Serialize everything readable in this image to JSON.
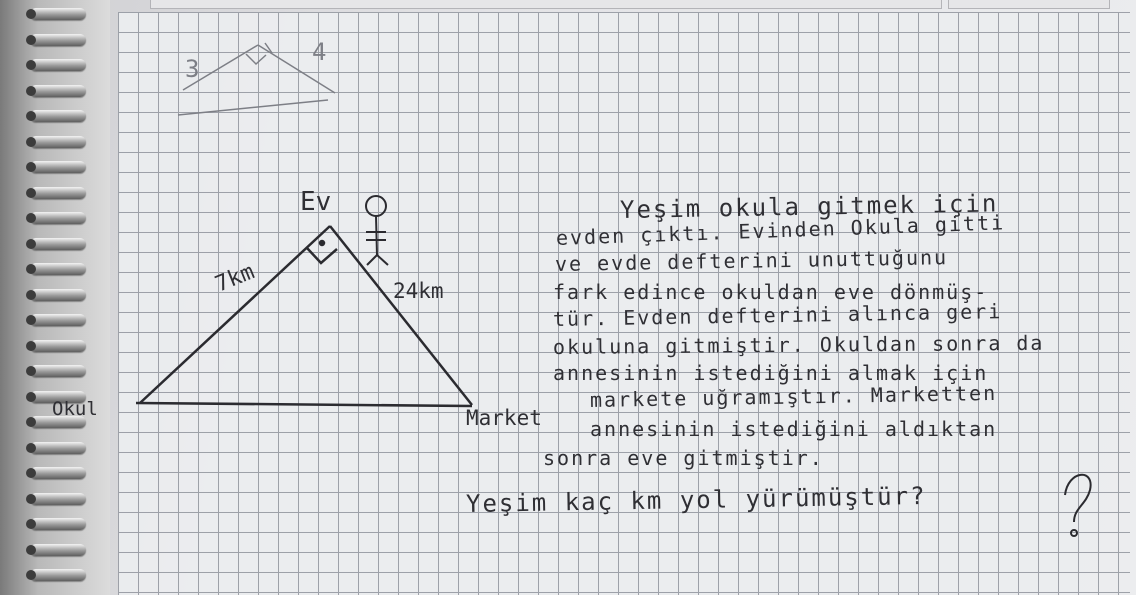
{
  "small_triangle": {
    "side_a": "3",
    "side_b": "4"
  },
  "triangle": {
    "top_label": "Ev",
    "left_label": "Okul",
    "right_label": "Market",
    "left_side": "7km",
    "right_side": "24km"
  },
  "problem": {
    "lines": [
      "Yeşim okula gitmek için",
      "evden çıktı. Evinden Okula gitti",
      "ve evde defterini unuttuğunu",
      "fark edince okuldan eve dönmüş-",
      "tür. Evden defterini alınca geri",
      "okuluna gitmiştir. Okuldan sonra da",
      "annesinin istediğini almak için",
      "markete uğramıştır. Marketten",
      "annesinin istediğini aldıktan",
      "sonra eve gitmiştir."
    ],
    "question": "Yeşim kaç km yol yürümüştür?"
  }
}
